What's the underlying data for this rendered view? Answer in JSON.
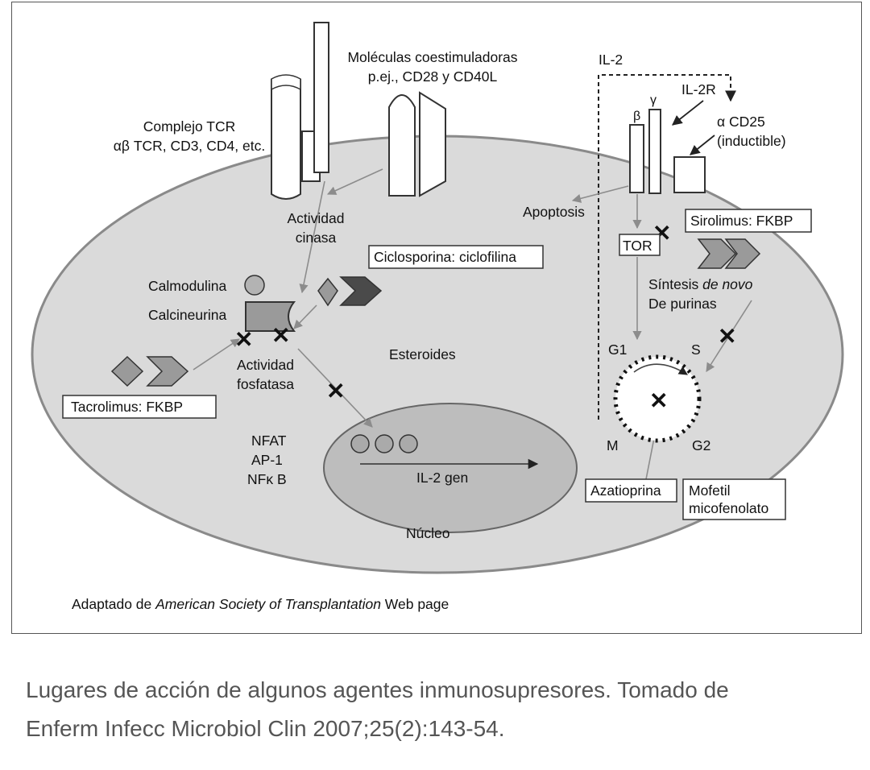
{
  "labels": {
    "molecules_line1": "Moléculas coestimuladoras",
    "molecules_line2": "p.ej., CD28 y CD40L",
    "tcr_line1": "Complejo TCR",
    "tcr_line2": "αβ TCR, CD3, CD4, etc.",
    "il2": "IL-2",
    "il2r": "IL-2R",
    "beta": "β",
    "gamma": "γ",
    "cd25_line1": "α CD25",
    "cd25_line2": "(inductible)",
    "apoptosis": "Apoptosis",
    "kinase_line1": "Actividad",
    "kinase_line2": "cinasa",
    "tor": "TOR",
    "calmodulina": "Calmodulina",
    "calcineurina": "Calcineurina",
    "phosphatase_line1": "Actividad",
    "phosphatase_line2": "fosfatasa",
    "esteroides": "Esteroides",
    "synthesis_line1_a": "Síntesis ",
    "synthesis_line1_b": "de novo",
    "synthesis_line2": "De purinas",
    "g1": "G1",
    "s": "S",
    "m": "M",
    "g2": "G2",
    "nfat": "NFAT",
    "ap1": "AP-1",
    "nfkb": "NFκ B",
    "il2gen": "IL-2 gen",
    "nucleo": "Núcleo",
    "credit_a": "Adaptado de ",
    "credit_b": "American Society of Transplantation",
    "credit_c": " Web page"
  },
  "boxes": {
    "ciclosporina": "Ciclosporina: ciclofilina",
    "sirolimus": "Sirolimus: FKBP",
    "tacrolimus": "Tacrolimus: FKBP",
    "azatioprina": "Azatioprina",
    "mofetil_line1": "Mofetil",
    "mofetil_line2": "micofenolato"
  },
  "caption": {
    "line1": "Lugares de acción de algunos agentes inmunosupresores. Tomado de",
    "line2": "Enferm Infecc Microbiol Clin 2007;25(2):143-54."
  },
  "colors": {
    "cell_fill": "#dadada",
    "nucleus_fill": "#bdbdbd",
    "drug_light": "#9a9a9a",
    "drug_dark": "#4a4a4a",
    "arrow_gray": "#8c8c8c"
  }
}
